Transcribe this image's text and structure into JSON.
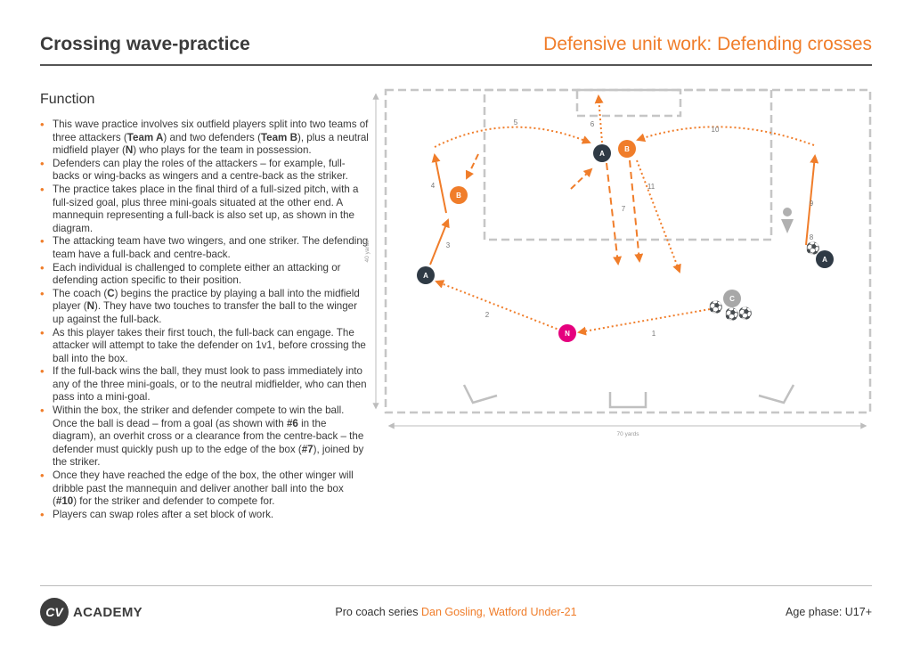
{
  "header": {
    "title": "Crossing wave-practice",
    "subtitle": "Defensive unit work: Defending crosses"
  },
  "function": {
    "heading": "Function",
    "bullets": [
      [
        {
          "t": "This wave practice involves six outfield players split into two teams of three attackers ("
        },
        {
          "t": "Team A",
          "b": true
        },
        {
          "t": ") and two defenders ("
        },
        {
          "t": "Team B",
          "b": true
        },
        {
          "t": "), plus a neutral midfield player ("
        },
        {
          "t": "N",
          "b": true
        },
        {
          "t": ") who plays for the team in possession."
        }
      ],
      [
        {
          "t": "Defenders can play the roles of the attackers – for example, full-backs or wing-backs as wingers and a centre-back as the striker."
        }
      ],
      [
        {
          "t": "The practice takes place in the final third of a full-sized pitch, with a full-sized goal, plus three mini-goals situated at the other end. A mannequin representing a full-back is also set up, as shown in the diagram."
        }
      ],
      [
        {
          "t": "The attacking team have two wingers, and one striker. The defending team have a full-back and centre-back."
        }
      ],
      [
        {
          "t": "Each individual is challenged to complete either an attacking or defending action specific to their position."
        }
      ],
      [
        {
          "t": "The coach ("
        },
        {
          "t": "C",
          "b": true
        },
        {
          "t": ") begins the practice by playing a ball into the midfield player ("
        },
        {
          "t": "N",
          "b": true
        },
        {
          "t": "). They have two touches to transfer the ball to the winger up against the full-back."
        }
      ],
      [
        {
          "t": "As this player takes their first touch, the full-back can engage. The attacker will attempt to take the defender on 1v1, before crossing the ball into the box."
        }
      ],
      [
        {
          "t": "If the full-back wins the ball, they must look to pass immediately into any of the three mini-goals, or to the neutral midfielder, who can then pass into a mini-goal."
        }
      ],
      [
        {
          "t": "Within the box, the striker and defender compete to win the ball. Once the ball is dead – from a goal (as shown with "
        },
        {
          "t": "#6",
          "b": true
        },
        {
          "t": " in the diagram), an overhit cross or a clearance from the centre-back – the defender must quickly push up to the edge of the box ("
        },
        {
          "t": "#7",
          "b": true
        },
        {
          "t": "), joined by the striker."
        }
      ],
      [
        {
          "t": "Once they have reached the edge of the box, the other winger will dribble past the mannequin and deliver another ball into the box ("
        },
        {
          "t": "#10",
          "b": true
        },
        {
          "t": ") for the striker and defender to compete for."
        }
      ],
      [
        {
          "t": "Players can swap roles after a set block of work."
        }
      ]
    ]
  },
  "diagram": {
    "dimension_width": "70 yards",
    "dimension_height": "40 yards",
    "colors": {
      "orange": "#f07d2a",
      "dark": "#2f3a45",
      "magenta": "#e5007e",
      "grey": "#a8a8a8",
      "line": "#c6c6c6"
    },
    "players": [
      {
        "id": "attacker-left-winger",
        "label": "A",
        "team": "dark"
      },
      {
        "id": "attacker-striker",
        "label": "A",
        "team": "dark"
      },
      {
        "id": "attacker-right-winger",
        "label": "A",
        "team": "dark"
      },
      {
        "id": "defender-full-back",
        "label": "B",
        "team": "orange"
      },
      {
        "id": "defender-centre-back",
        "label": "B",
        "team": "orange"
      },
      {
        "id": "neutral-midfielder",
        "label": "N",
        "team": "magenta"
      },
      {
        "id": "coach",
        "label": "C",
        "team": "grey"
      }
    ],
    "step_labels": [
      "1",
      "2",
      "3",
      "4",
      "5",
      "6",
      "7",
      "8",
      "9",
      "10",
      "11"
    ]
  },
  "footer": {
    "logo_badge": "CV",
    "logo_text": "ACADEMY",
    "series_prefix": "Pro coach series ",
    "series_name": "Dan Gosling, Watford Under-21",
    "age_phase": "Age phase: U17+"
  }
}
